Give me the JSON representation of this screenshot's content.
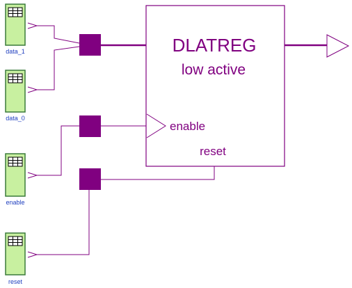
{
  "block": {
    "name": "DLATREG",
    "subtitle": "low active",
    "port_enable": "enable",
    "port_reset": "reset"
  },
  "inputs": [
    {
      "label": "data_1"
    },
    {
      "label": "data_0"
    },
    {
      "label": "enable"
    },
    {
      "label": "reset"
    }
  ],
  "colors": {
    "wire": "#800080",
    "input_fill": "#c8f0a0",
    "input_stroke": "#3a7a3a",
    "label": "#1f3fbf"
  }
}
